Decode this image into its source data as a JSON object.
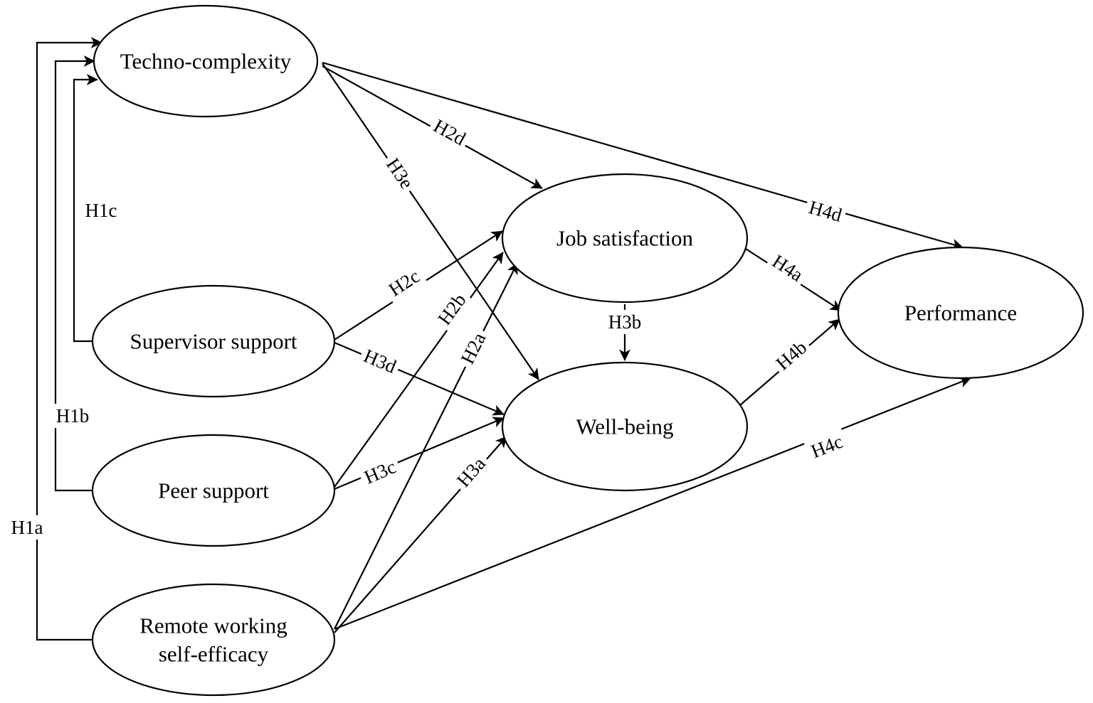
{
  "nodes": {
    "techno_complexity": {
      "lines": [
        "Techno-complexity"
      ]
    },
    "supervisor_support": {
      "lines": [
        "Supervisor support"
      ]
    },
    "peer_support": {
      "lines": [
        "Peer support"
      ]
    },
    "remote_working": {
      "lines": [
        "Remote working",
        "self-efficacy"
      ]
    },
    "job_satisfaction": {
      "lines": [
        "Job satisfaction"
      ]
    },
    "well_being": {
      "lines": [
        "Well-being"
      ]
    },
    "performance": {
      "lines": [
        "Performance"
      ]
    }
  },
  "edges": [
    {
      "id": "H1a",
      "label": "H1a",
      "from": "remote_working",
      "to": "techno_complexity"
    },
    {
      "id": "H1b",
      "label": "H1b",
      "from": "peer_support",
      "to": "techno_complexity"
    },
    {
      "id": "H1c",
      "label": "H1c",
      "from": "supervisor_support",
      "to": "techno_complexity"
    },
    {
      "id": "H2a",
      "label": "H2a",
      "from": "remote_working",
      "to": "job_satisfaction"
    },
    {
      "id": "H2b",
      "label": "H2b",
      "from": "peer_support",
      "to": "job_satisfaction"
    },
    {
      "id": "H2c",
      "label": "H2c",
      "from": "supervisor_support",
      "to": "job_satisfaction"
    },
    {
      "id": "H2d",
      "label": "H2d",
      "from": "techno_complexity",
      "to": "job_satisfaction"
    },
    {
      "id": "H3a",
      "label": "H3a",
      "from": "remote_working",
      "to": "well_being"
    },
    {
      "id": "H3b",
      "label": "H3b",
      "from": "job_satisfaction",
      "to": "well_being"
    },
    {
      "id": "H3c",
      "label": "H3c",
      "from": "peer_support",
      "to": "well_being"
    },
    {
      "id": "H3d",
      "label": "H3d",
      "from": "supervisor_support",
      "to": "well_being"
    },
    {
      "id": "H3e",
      "label": "H3e",
      "from": "techno_complexity",
      "to": "well_being"
    },
    {
      "id": "H4a",
      "label": "H4a",
      "from": "job_satisfaction",
      "to": "performance"
    },
    {
      "id": "H4b",
      "label": "H4b",
      "from": "well_being",
      "to": "performance"
    },
    {
      "id": "H4c",
      "label": "H4c",
      "from": "remote_working",
      "to": "performance"
    },
    {
      "id": "H4d",
      "label": "H4d",
      "from": "techno_complexity",
      "to": "performance"
    }
  ]
}
